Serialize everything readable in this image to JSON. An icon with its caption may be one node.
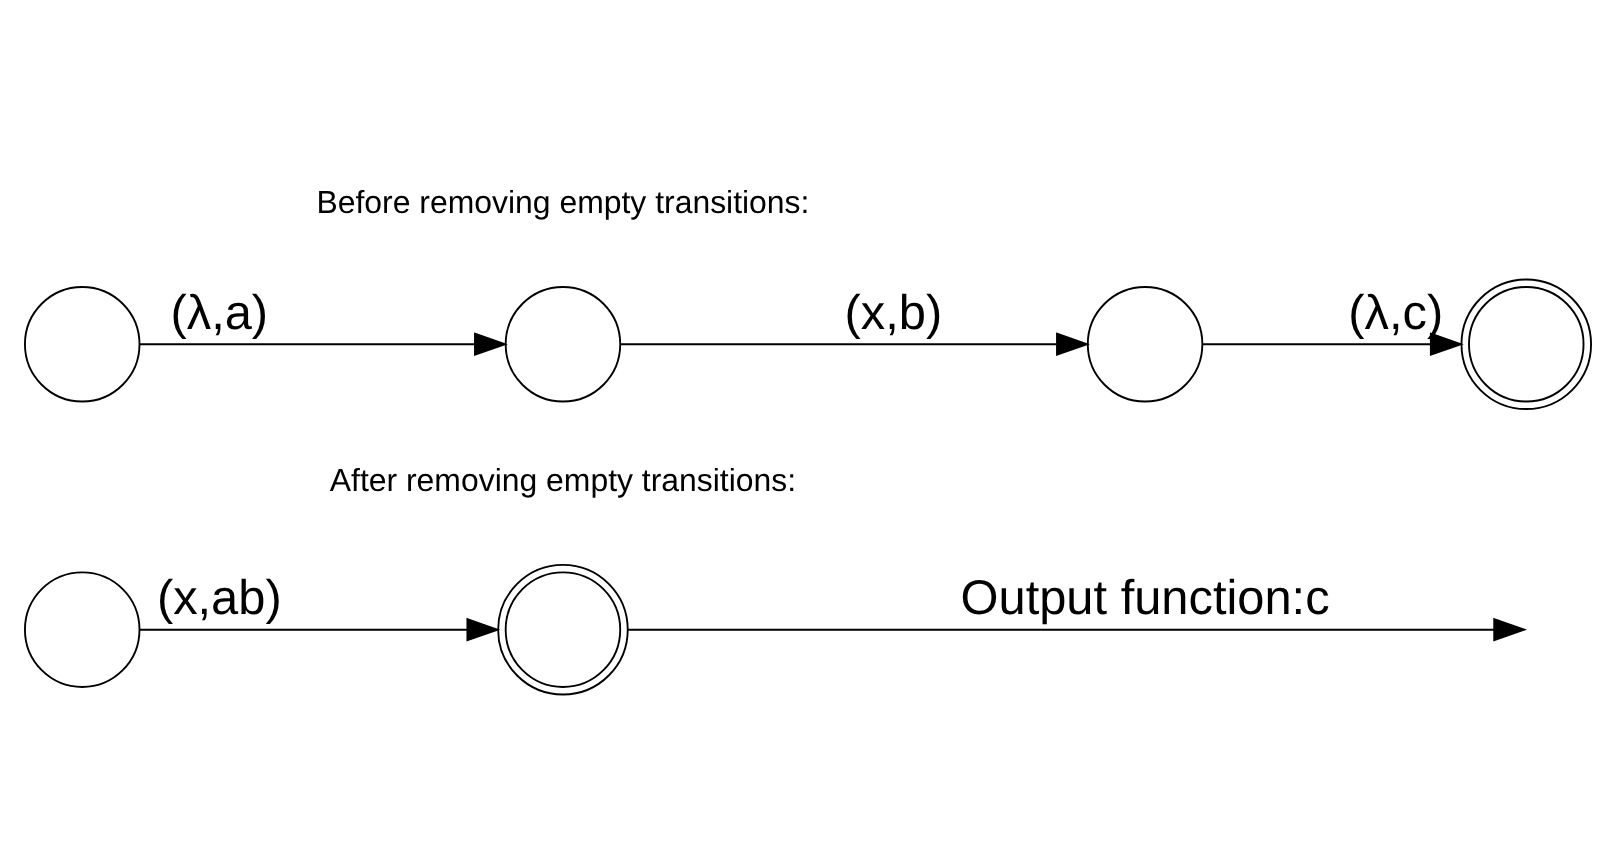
{
  "diagram": {
    "nodes": [
      {
        "text": [],
        "shape": "circle"
      },
      {
        "text": [],
        "shape": "circle"
      },
      {
        "text": [],
        "shape": "circle"
      },
      {
        "text": [],
        "shape": "doublecircle"
      },
      {
        "text": [],
        "shape": "circle"
      },
      {
        "text": [],
        "shape": "doublecircle"
      }
    ],
    "edges": [
      {
        "from": 0,
        "to": 1,
        "arrow": "to",
        "label": "(λ,a)"
      },
      {
        "from": 1,
        "to": 2,
        "arrow": "to",
        "label": "(x,b)"
      },
      {
        "from": 2,
        "to": 3,
        "arrow": "to",
        "label": "(λ,c)"
      },
      {
        "from": 4,
        "to": 5,
        "arrow": "to",
        "label": "(x,ab)"
      },
      {
        "from": 5,
        "to": null,
        "arrow": "to",
        "label": "Output function:c"
      }
    ],
    "labels": [
      "Before removing empty transitions:",
      "After removing empty transitions:"
    ]
  }
}
